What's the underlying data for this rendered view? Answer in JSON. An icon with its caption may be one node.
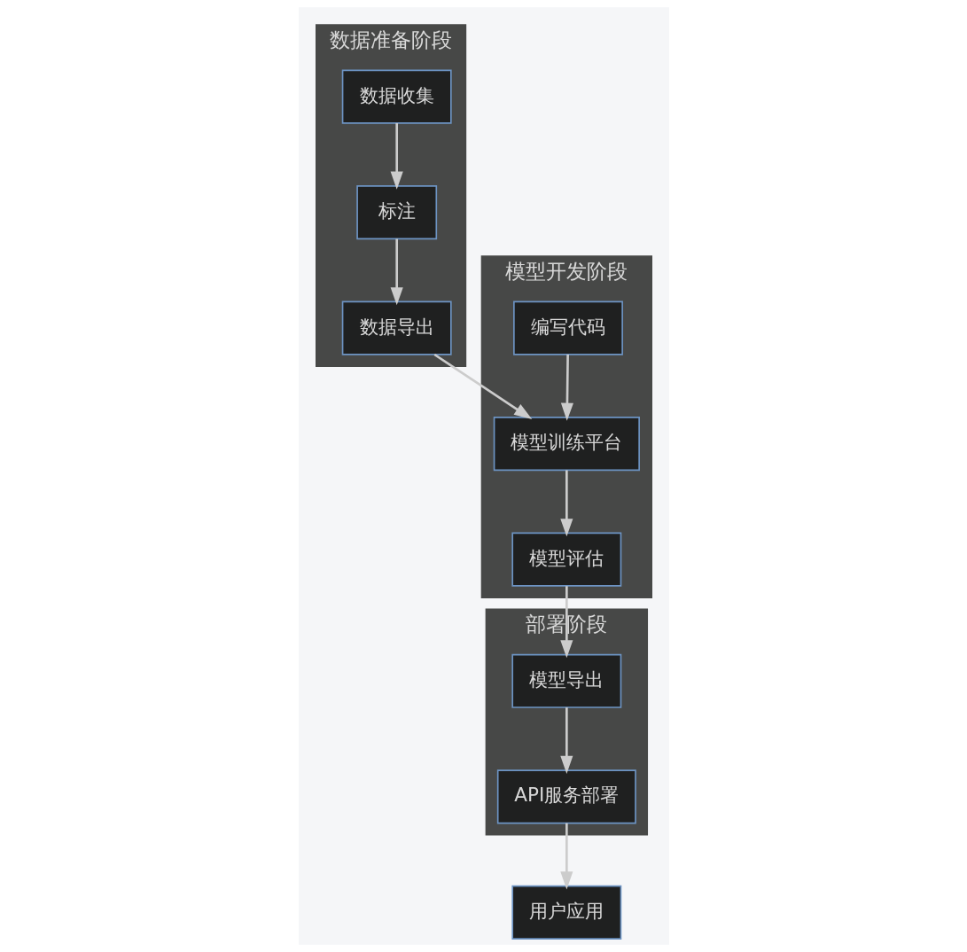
{
  "diagram": {
    "nodes": [
      {
        "text": [
          "数据准备阶段"
        ]
      },
      {
        "text": [
          "数据收集"
        ],
        "in": 0
      },
      {
        "text": [
          "标注"
        ],
        "in": 0
      },
      {
        "text": [
          "数据导出"
        ],
        "in": 0
      },
      {
        "text": [
          "模型开发阶段"
        ]
      },
      {
        "text": [
          "编写代码"
        ],
        "in": 4
      },
      {
        "text": [
          "模型训练平台"
        ],
        "in": 4
      },
      {
        "text": [
          "模型评估"
        ],
        "in": 4
      },
      {
        "text": [
          "部署阶段"
        ]
      },
      {
        "text": [
          "模型导出"
        ],
        "in": 8
      },
      {
        "text": [
          "API服务部署"
        ],
        "in": 8
      },
      {
        "text": [
          "用户应用"
        ]
      }
    ],
    "edges": [
      {
        "from": 1,
        "to": 2,
        "arrow": "to"
      },
      {
        "from": 2,
        "to": 3,
        "arrow": "to"
      },
      {
        "from": 3,
        "to": 6,
        "arrow": "to"
      },
      {
        "from": 5,
        "to": 6,
        "arrow": "to"
      },
      {
        "from": 6,
        "to": 7,
        "arrow": "to"
      },
      {
        "from": 7,
        "to": 9,
        "arrow": "to"
      },
      {
        "from": 9,
        "to": 10,
        "arrow": "to"
      },
      {
        "from": 10,
        "to": 11,
        "arrow": "to"
      }
    ]
  }
}
